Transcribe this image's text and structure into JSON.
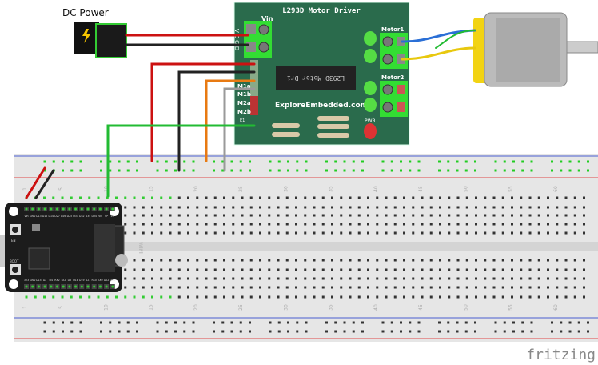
{
  "power_jack": {
    "label": "DC Power"
  },
  "motor_driver": {
    "title": "L293D Motor Driver",
    "vin_label": "Vin",
    "vin_pins": "V C G D",
    "ic_text": "L293D Motor Dri",
    "website": "ExploreEmbedded.com",
    "motor1_label": "Motor1",
    "motor2_label": "Motor2",
    "pwr_label": "PWR",
    "header_labels": [
      "M1a",
      "M1b",
      "M2a",
      "M2b",
      "E1"
    ],
    "board_color": "#2a6b4c"
  },
  "esp32": {
    "top_pins": [
      "Vin",
      "GND",
      "D13",
      "D12",
      "D14",
      "D27",
      "D26",
      "D25",
      "D33",
      "D32",
      "D35",
      "D34",
      "VN",
      "VP",
      "EN"
    ],
    "bottom_pins": [
      "3V3",
      "GND",
      "D15",
      "D2",
      "D4",
      "RX2",
      "TX2",
      "D5",
      "D18",
      "D19",
      "D21",
      "RX0",
      "TX0",
      "D22",
      "D23"
    ],
    "en_button": "EN",
    "boot_button": "BOOT",
    "wifi_label": "WiFi"
  },
  "breadboard": {
    "column_numbers": [
      "1",
      "5",
      "10",
      "15",
      "20",
      "25",
      "30",
      "35",
      "40",
      "45",
      "50",
      "55",
      "60"
    ]
  },
  "wires": {
    "colors": {
      "red": "#cc1111",
      "black": "#222222",
      "orange": "#e87a12",
      "gray": "#9a9a9a",
      "green": "#22bb33",
      "blue": "#2a6fd6",
      "yellow": "#e8c80e"
    }
  },
  "watermark": "fritzing"
}
